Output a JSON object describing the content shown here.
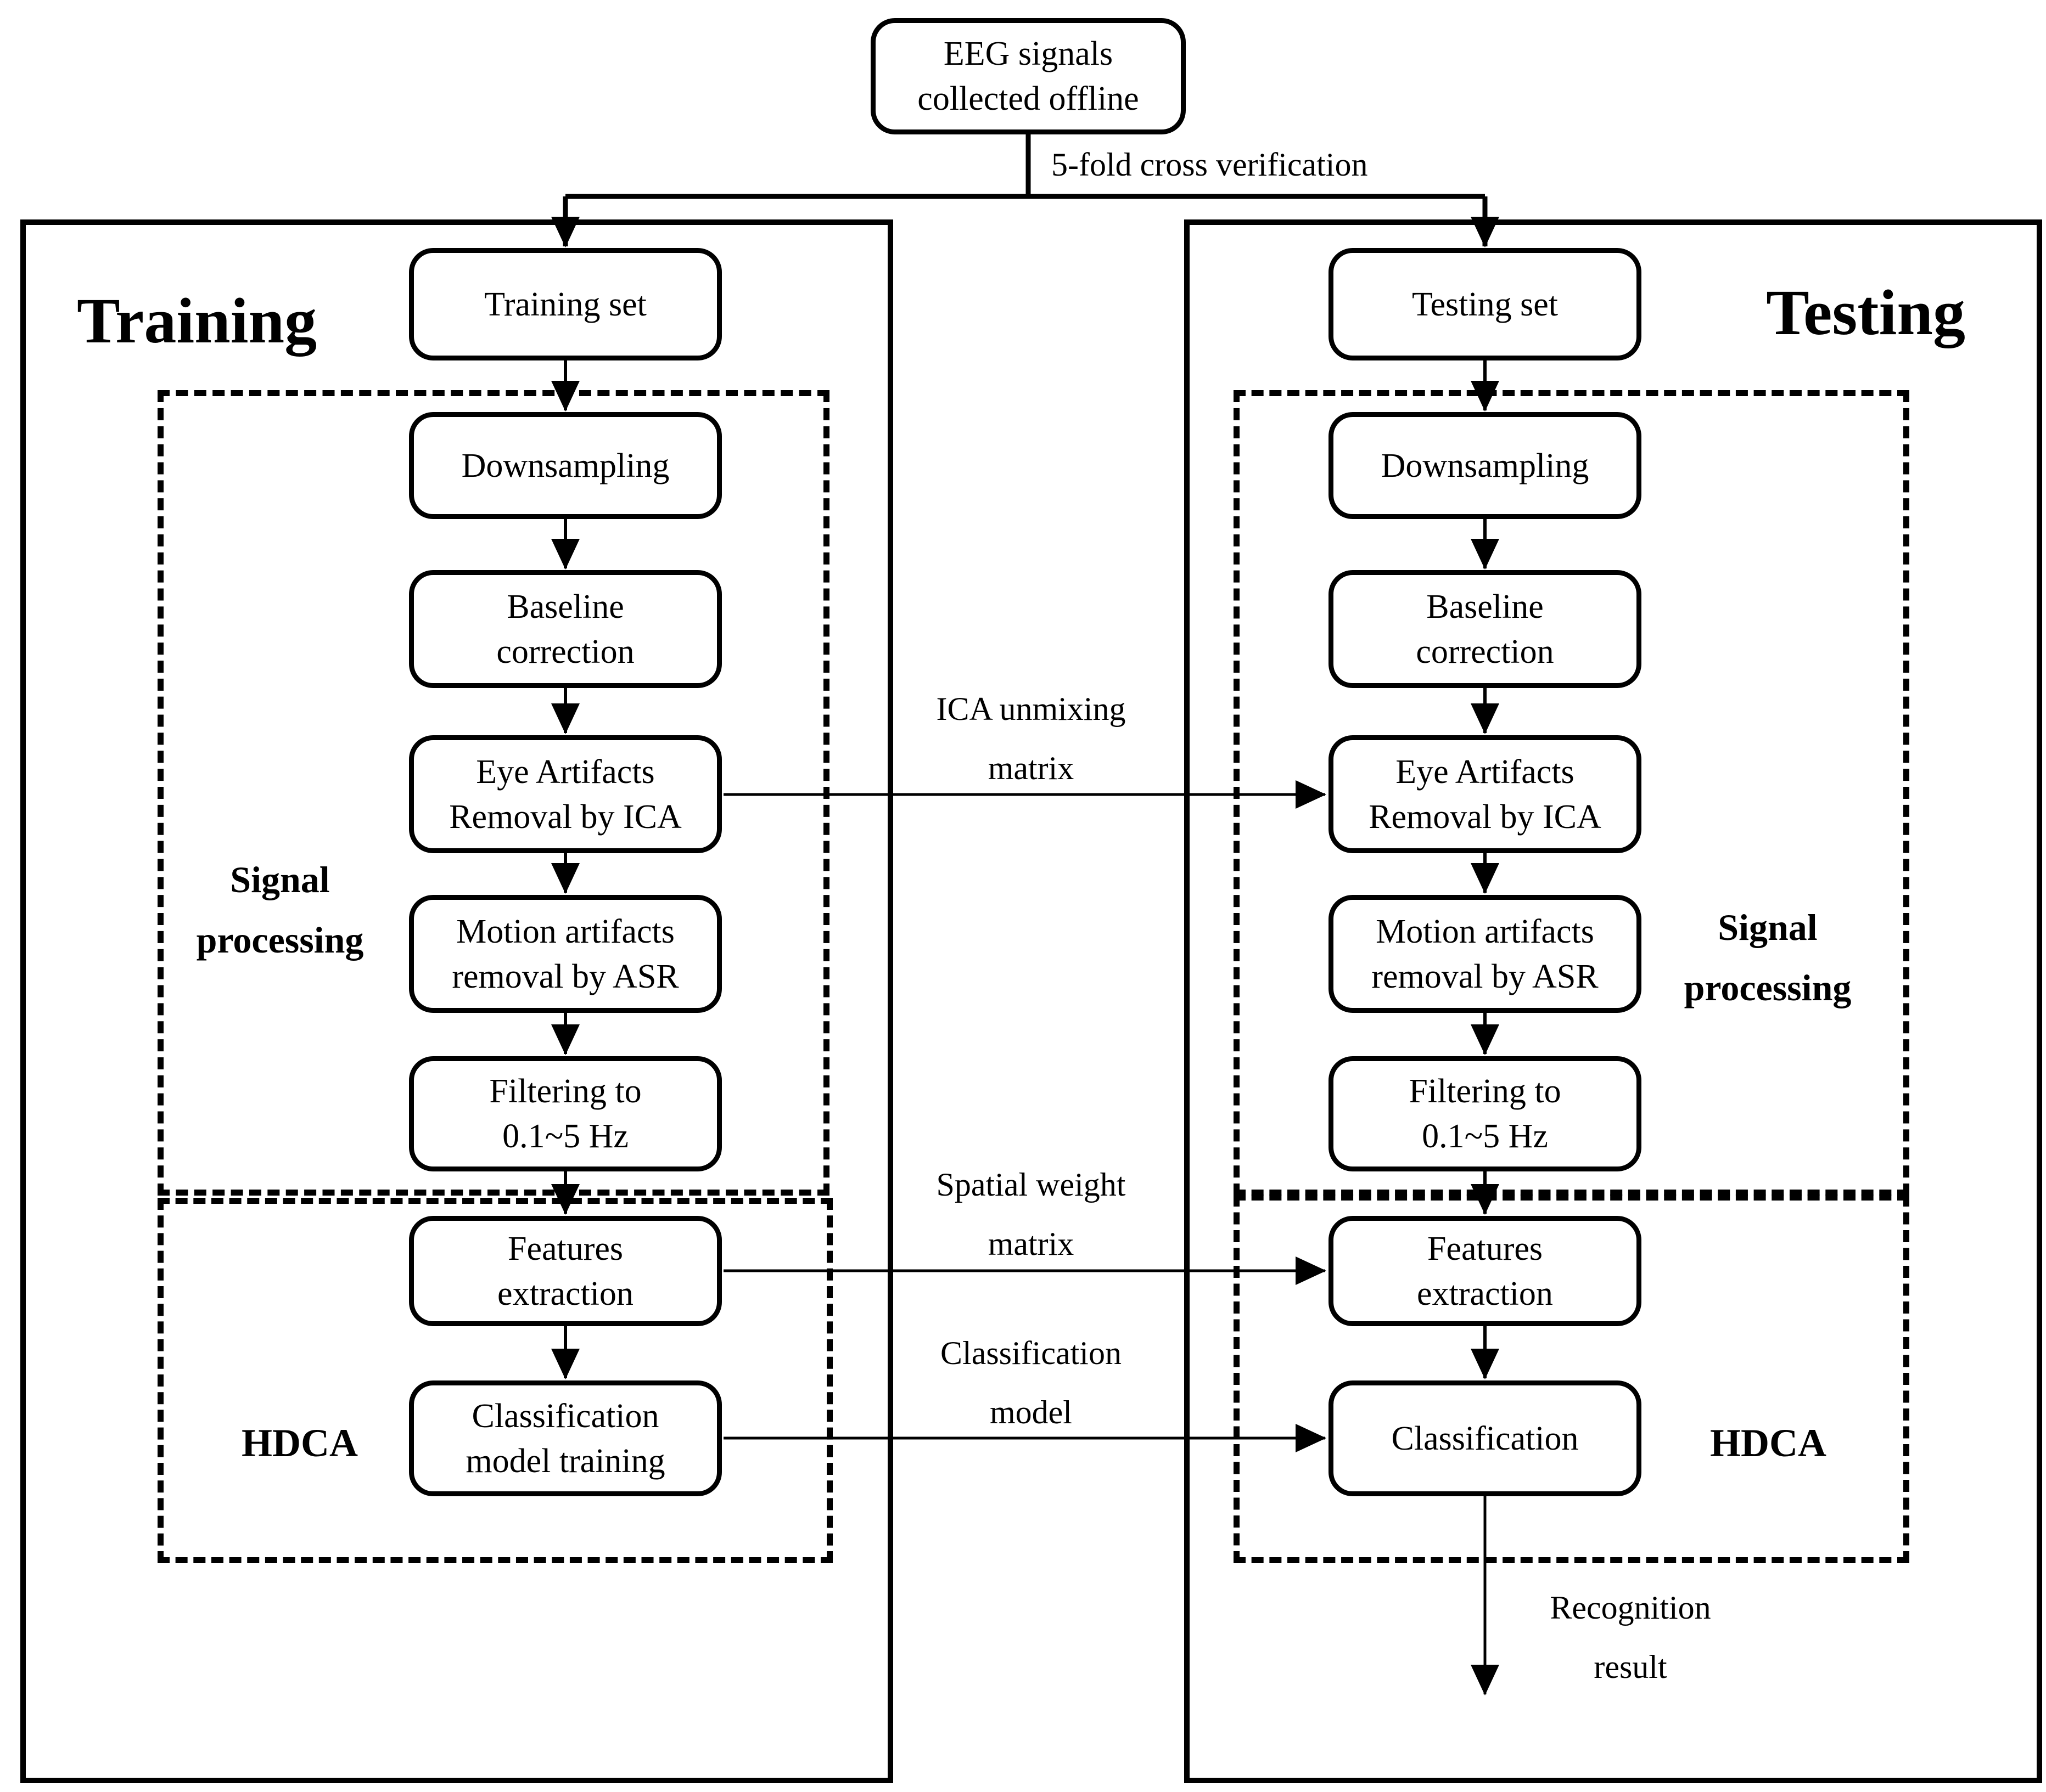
{
  "page": {
    "background_color": "#ffffff",
    "line_color": "#000000"
  },
  "source_node": {
    "label": "EEG signals\ncollected offline"
  },
  "split": {
    "label": "5-fold cross verification"
  },
  "training": {
    "title": "Training",
    "set_node": "Training set",
    "signal_block_label": "Signal\nprocessing",
    "hdca_block_label": "HDCA",
    "steps": [
      "Downsampling",
      "Baseline\ncorrection",
      "Eye Artifacts\nRemoval by ICA",
      "Motion artifacts\nremoval by ASR",
      "Filtering to\n0.1~5 Hz"
    ],
    "hdca_steps": [
      "Features\nextraction",
      "Classification\nmodel training"
    ]
  },
  "testing": {
    "title": "Testing",
    "set_node": "Testing set",
    "signal_block_label": "Signal\nprocessing",
    "hdca_block_label": "HDCA",
    "steps": [
      "Downsampling",
      "Baseline\ncorrection",
      "Eye Artifacts\nRemoval by ICA",
      "Motion artifacts\nremoval by ASR",
      "Filtering to\n0.1~5 Hz"
    ],
    "hdca_steps": [
      "Features\nextraction",
      "Classification"
    ],
    "output_label": "Recognition\nresult"
  },
  "transfers": {
    "ica": "ICA unmixing\nmatrix",
    "spatial": "Spatial weight\nmatrix",
    "model": "Classification\nmodel"
  }
}
